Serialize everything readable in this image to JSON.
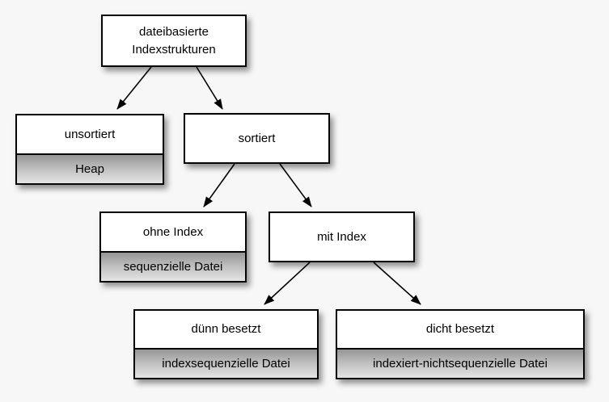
{
  "diagram": {
    "background_color": "#f7f7f7",
    "box_fill": "#ffffff",
    "box_border_color": "#050505",
    "sub_gradient_top": "#959595",
    "sub_gradient_bottom": "#e4e4e4",
    "arrow_color": "#000000",
    "nodes": {
      "root": {
        "label": "dateibasierte Indexstrukturen"
      },
      "unsortiert": {
        "label": "unsortiert",
        "sublabel": "Heap"
      },
      "sortiert": {
        "label": "sortiert"
      },
      "ohne_index": {
        "label": "ohne Index",
        "sublabel": "sequenzielle Datei"
      },
      "mit_index": {
        "label": "mit Index"
      },
      "duenn_besetzt": {
        "label": "dünn besetzt",
        "sublabel": "indexsequenzielle Datei"
      },
      "dicht_besetzt": {
        "label": "dicht besetzt",
        "sublabel": "indexiert-nichtsequenzielle Datei"
      }
    },
    "edges": [
      {
        "from": "root",
        "to": "unsortiert"
      },
      {
        "from": "root",
        "to": "sortiert"
      },
      {
        "from": "sortiert",
        "to": "ohne_index"
      },
      {
        "from": "sortiert",
        "to": "mit_index"
      },
      {
        "from": "mit_index",
        "to": "duenn_besetzt"
      },
      {
        "from": "mit_index",
        "to": "dicht_besetzt"
      }
    ]
  }
}
